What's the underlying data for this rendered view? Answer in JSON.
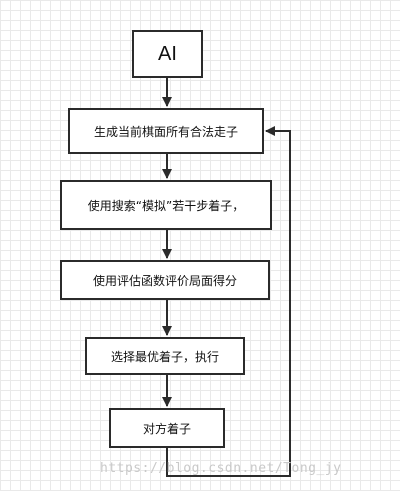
{
  "flowchart": {
    "nodes": [
      {
        "id": "ai",
        "label": "AI"
      },
      {
        "id": "generate",
        "label": "生成当前棋面所有合法走子"
      },
      {
        "id": "simulate",
        "label": "使用搜索“模拟”若干步着子，"
      },
      {
        "id": "evaluate",
        "label": "使用评估函数评价局面得分"
      },
      {
        "id": "choose",
        "label": "选择最优着子，执行"
      },
      {
        "id": "opponent",
        "label": "对方着子"
      }
    ],
    "edges": [
      {
        "from": "ai",
        "to": "generate"
      },
      {
        "from": "generate",
        "to": "simulate"
      },
      {
        "from": "simulate",
        "to": "evaluate"
      },
      {
        "from": "evaluate",
        "to": "choose"
      },
      {
        "from": "choose",
        "to": "opponent"
      },
      {
        "from": "opponent",
        "to": "generate",
        "type": "loop-back"
      }
    ]
  },
  "watermark": "https://blog.csdn.net/Tong_jy"
}
